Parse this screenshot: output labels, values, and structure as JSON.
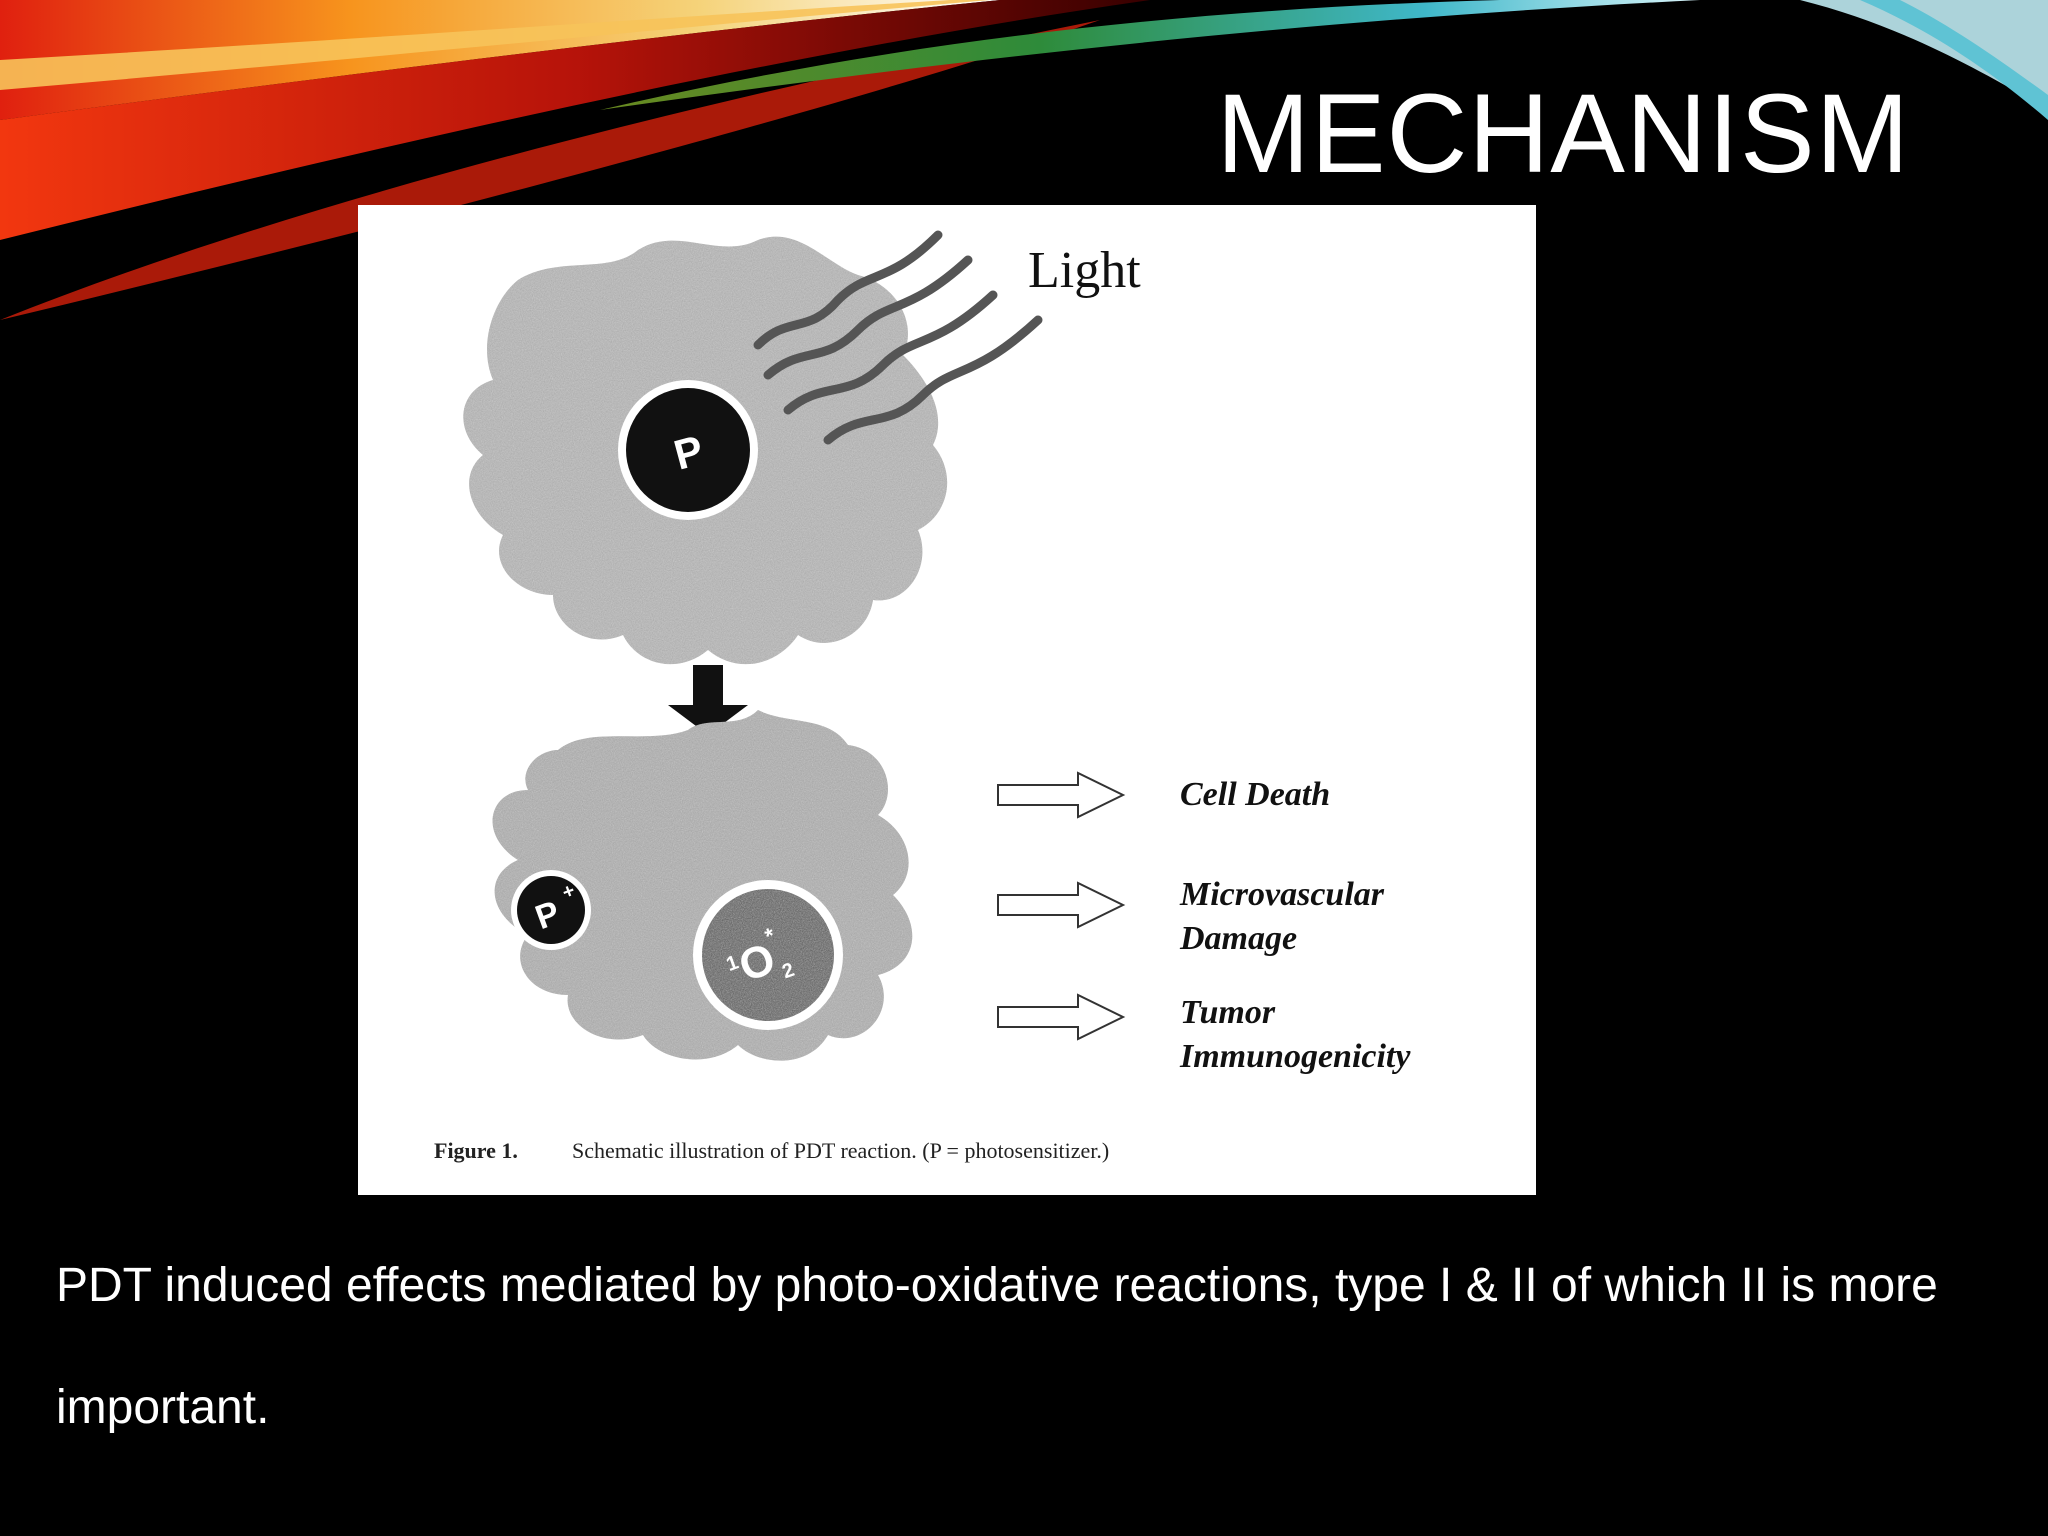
{
  "slide": {
    "title": "MECHANISM",
    "body": "PDT induced effects mediated by photo-oxidative reactions, type I & II of which II is more important."
  },
  "figure": {
    "light_label": "Light",
    "top_cell_label": "P",
    "bottom_left_label": "P",
    "bottom_left_sup": "+",
    "bottom_right_pre": "1",
    "bottom_right_label": "O",
    "bottom_right_sup": "*",
    "bottom_right_sub": "2",
    "effects": [
      {
        "line1": "Cell Death",
        "line2": ""
      },
      {
        "line1": "Microvascular",
        "line2": "Damage"
      },
      {
        "line1": "Tumor",
        "line2": "Immunogenicity"
      }
    ],
    "caption_prefix": "Figure 1.",
    "caption_text": "Schematic illustration of PDT reaction. (P = photosensitizer.)"
  },
  "colors": {
    "background": "#000000",
    "swoosh_orange": "#f7941d",
    "swoosh_red": "#e0200f",
    "swoosh_green": "#2e8b3a",
    "swoosh_teal": "#3fb7c9"
  }
}
